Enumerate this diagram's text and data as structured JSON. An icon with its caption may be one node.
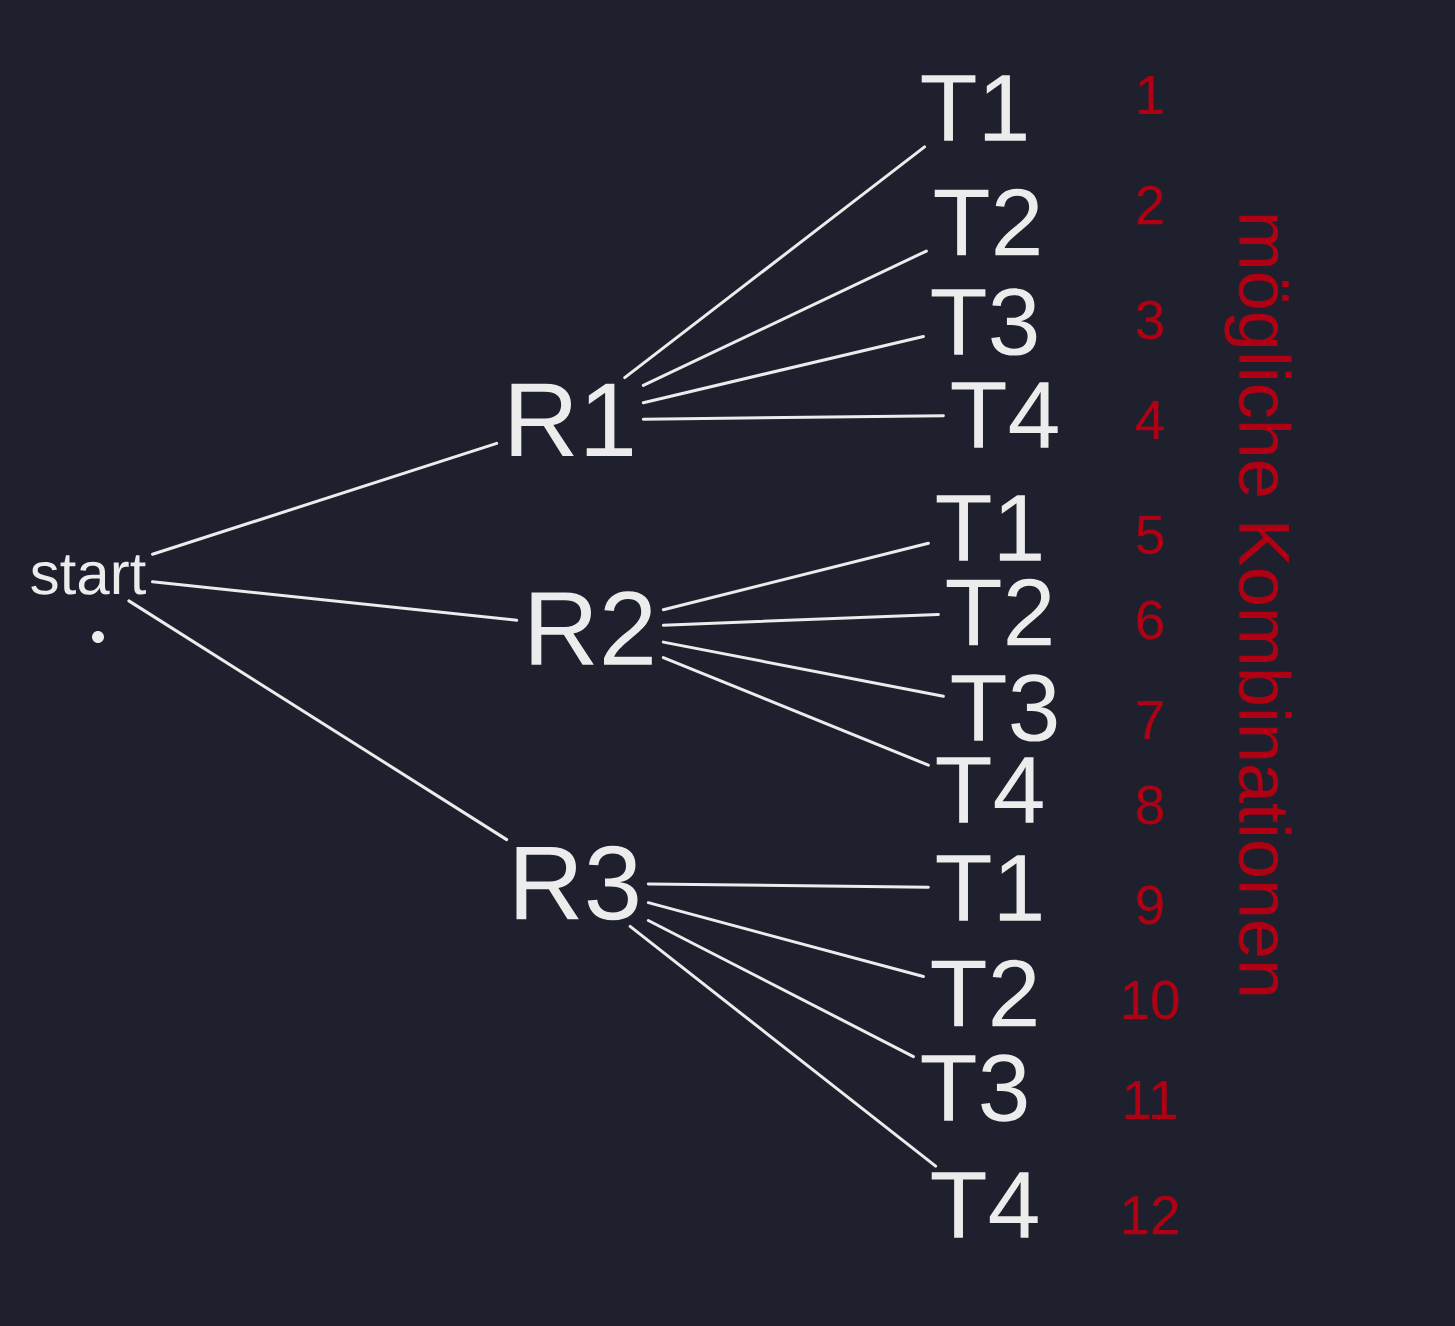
{
  "diagram": {
    "nodes": [
      {
        "text": [
          "start"
        ]
      },
      {
        "text": [
          "R1"
        ]
      },
      {
        "text": [
          "R2"
        ]
      },
      {
        "text": [
          "R3"
        ]
      },
      {
        "text": [
          "T1"
        ]
      },
      {
        "text": [
          "T2"
        ]
      },
      {
        "text": [
          "T3"
        ]
      },
      {
        "text": [
          "T4"
        ]
      },
      {
        "text": [
          "T1"
        ]
      },
      {
        "text": [
          "T2"
        ]
      },
      {
        "text": [
          "T3"
        ]
      },
      {
        "text": [
          "T4"
        ]
      },
      {
        "text": [
          "T1"
        ]
      },
      {
        "text": [
          "T2"
        ]
      },
      {
        "text": [
          "T3"
        ]
      },
      {
        "text": [
          "T4"
        ]
      }
    ],
    "edges": [
      {
        "from": 0,
        "to": 1,
        "arrow": "none"
      },
      {
        "from": 0,
        "to": 2,
        "arrow": "none"
      },
      {
        "from": 0,
        "to": 3,
        "arrow": "none"
      },
      {
        "from": 1,
        "to": 4,
        "arrow": "none"
      },
      {
        "from": 1,
        "to": 5,
        "arrow": "none"
      },
      {
        "from": 1,
        "to": 6,
        "arrow": "none"
      },
      {
        "from": 1,
        "to": 7,
        "arrow": "none"
      },
      {
        "from": 2,
        "to": 8,
        "arrow": "none"
      },
      {
        "from": 2,
        "to": 9,
        "arrow": "none"
      },
      {
        "from": 2,
        "to": 10,
        "arrow": "none"
      },
      {
        "from": 2,
        "to": 11,
        "arrow": "none"
      },
      {
        "from": 3,
        "to": 12,
        "arrow": "none"
      },
      {
        "from": 3,
        "to": 13,
        "arrow": "none"
      },
      {
        "from": 3,
        "to": 14,
        "arrow": "none"
      },
      {
        "from": 3,
        "to": 15,
        "arrow": "none"
      }
    ],
    "labels": [
      "1",
      "2",
      "3",
      "4",
      "5",
      "6",
      "7",
      "8",
      "9",
      "10",
      "11",
      "12",
      "mögliche Kombinationen"
    ]
  }
}
